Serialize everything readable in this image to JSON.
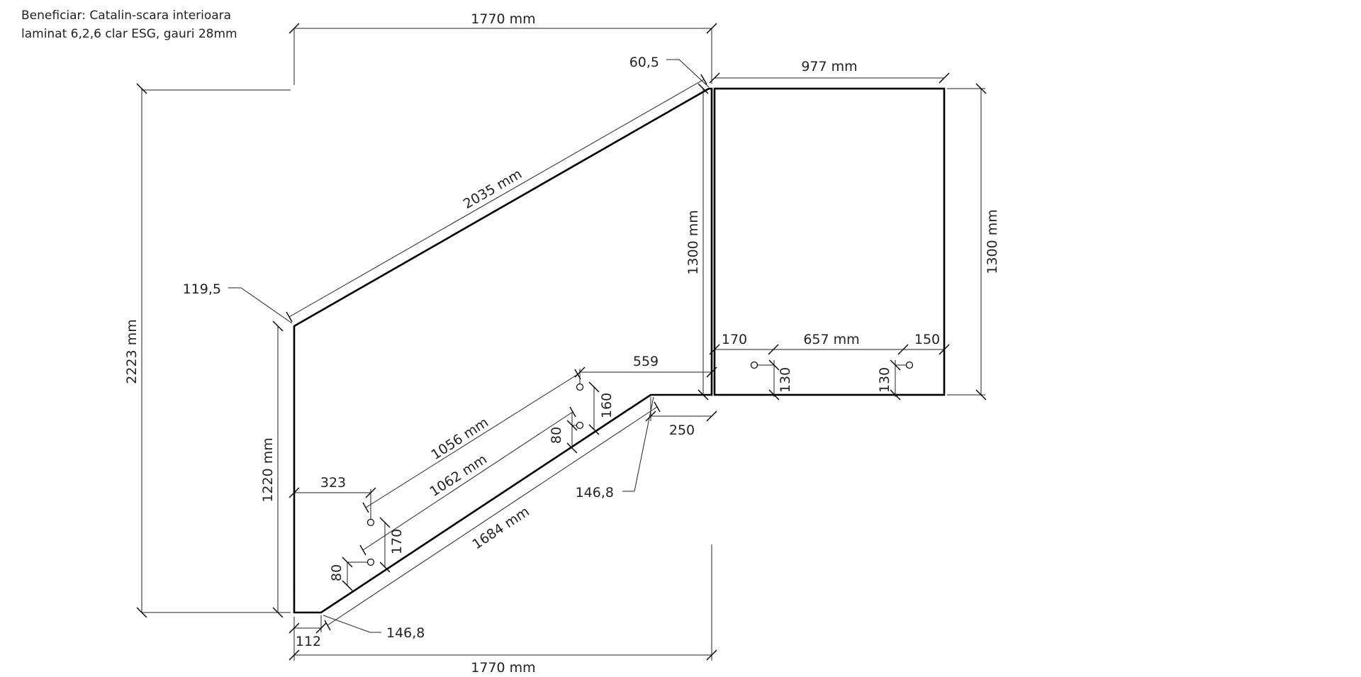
{
  "header": {
    "line1": "Beneficiar: Catalin-scara interioara",
    "line2": "laminat 6,2,6 clar ESG, gauri 28mm"
  },
  "dimensions": {
    "top_width": "1770 mm",
    "bottom_width": "1770 mm",
    "total_height": "2223 mm",
    "left_height": "1220 mm",
    "diagonal_top": "2035 mm",
    "diagonal_bottom": "1684 mm",
    "corner_top_right": "60,5",
    "corner_left": "119,5",
    "corner_bottom_right": "146,8",
    "corner_bottom_left": "146,8",
    "bottom_step": "112",
    "step_right": "250",
    "hole_line_upper": "1056 mm",
    "hole_line_lower": "1062 mm",
    "hole_offset_left": "323",
    "hole_offset_right": "559",
    "hole_rise_right": "160",
    "hole_spacing_right": "80",
    "hole_rise_left": "170",
    "hole_spacing_left": "80",
    "inner_height": "1300 mm",
    "panel_width": "977 mm",
    "panel_height": "1300 mm",
    "panel_hole_span": "657 mm",
    "panel_hole_left": "170",
    "panel_hole_right": "150",
    "panel_hole_height_left": "130",
    "panel_hole_height_right": "130"
  },
  "colors": {
    "line": "#000000",
    "dimension": "#222222",
    "background": "#ffffff"
  }
}
